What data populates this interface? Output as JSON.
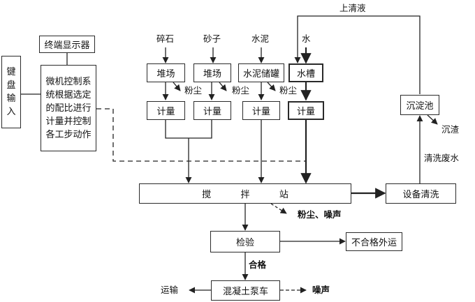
{
  "inputs": {
    "gravel": "碎石",
    "sand": "砂子",
    "cement": "水泥",
    "water": "水"
  },
  "storage": {
    "yard1": "堆场",
    "yard2": "堆场",
    "cement_tank": "水泥储罐",
    "water_tank": "水槽"
  },
  "metering": {
    "m1": "计量",
    "m2": "计量",
    "m3": "计量",
    "m4": "计量"
  },
  "dust": {
    "d1": "粉尘",
    "d2": "粉尘",
    "d3": "粉尘"
  },
  "control": {
    "keyboard": [
      "键",
      "盘",
      "输",
      "入"
    ],
    "display": "终端显示器",
    "micro": [
      "微机控制系",
      "统根据选定",
      "的配比进行",
      "计量并控制",
      "各工步动作"
    ]
  },
  "process": {
    "mixing_station": [
      "搅",
      "拌",
      "站"
    ],
    "mixing_emission": "粉尘、噪声",
    "inspection": "检验",
    "unqualified": "不合格外运",
    "qualified": "合格",
    "pump_truck": "混凝土泵车",
    "transport": "运输",
    "noise": "噪声"
  },
  "cleaning": {
    "equipment_cleaning": "设备清洗",
    "wastewater": "清洗废水",
    "sediment_tank": "沉淀池",
    "sludge": "沉渣",
    "supernatant": "上清液"
  }
}
